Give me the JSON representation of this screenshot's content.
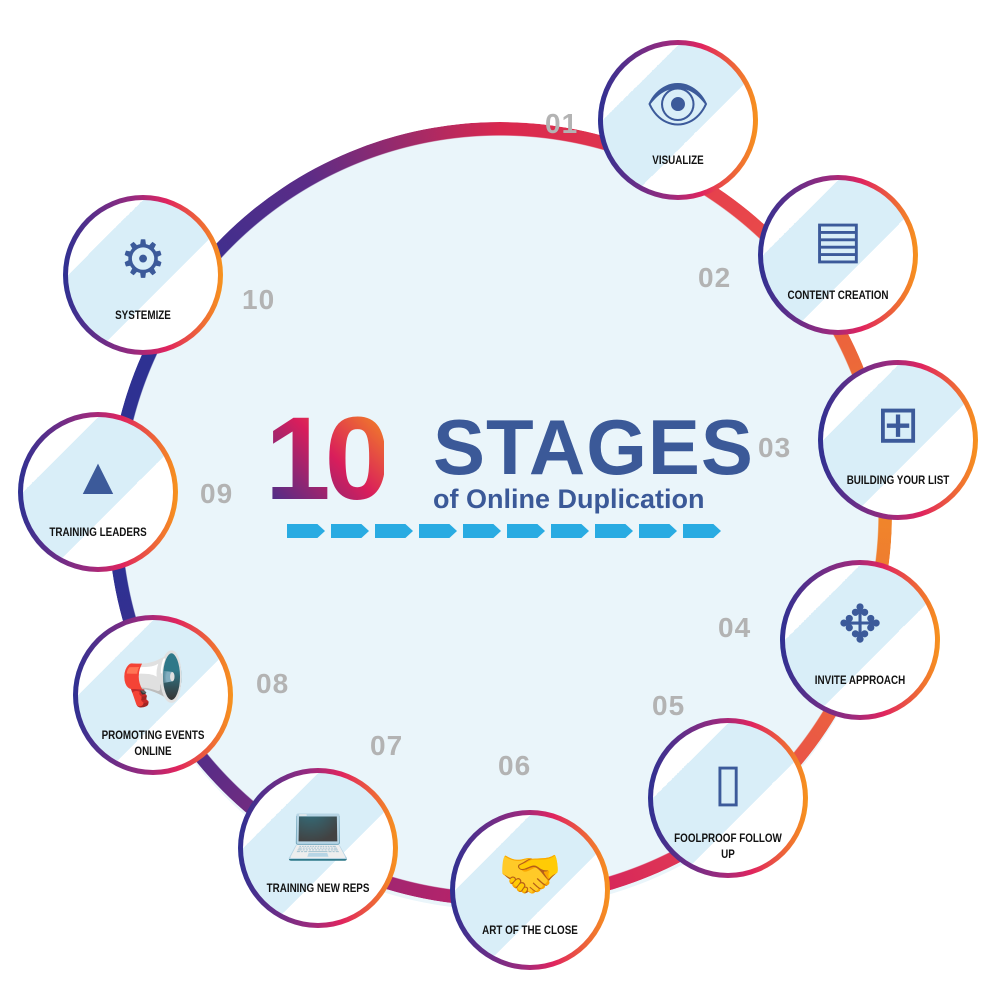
{
  "title": {
    "number": "10",
    "main": "STAGES",
    "subtitle": "of Online Duplication",
    "arrow_count": 10
  },
  "colors": {
    "navy": "#2e3192",
    "magenta": "#d91e5b",
    "orange": "#f7941d",
    "blue": "#3b5998",
    "cyan": "#29abe2"
  },
  "stages": [
    {
      "num": "01",
      "label": "VISUALIZE",
      "icon": "eye-icon"
    },
    {
      "num": "02",
      "label": "CONTENT CREATION",
      "icon": "document-icon"
    },
    {
      "num": "03",
      "label": "BUILDING YOUR LIST",
      "icon": "network-icon"
    },
    {
      "num": "04",
      "label": "INVITE APPROACH",
      "icon": "person-arrows-icon"
    },
    {
      "num": "05",
      "label": "FOOLPROOF FOLLOW UP",
      "icon": "phone-chat-icon"
    },
    {
      "num": "06",
      "label": "ART OF THE CLOSE",
      "icon": "handshake-icon"
    },
    {
      "num": "07",
      "label": "TRAINING NEW REPS",
      "icon": "laptop-presentation-icon"
    },
    {
      "num": "08",
      "label": "PROMOTING EVENTS ONLINE",
      "icon": "megaphone-laptop-icon"
    },
    {
      "num": "09",
      "label": "TRAINING LEADERS",
      "icon": "mountain-flag-icon"
    },
    {
      "num": "10",
      "label": "SYSTEMIZE",
      "icon": "gears-icon"
    }
  ]
}
